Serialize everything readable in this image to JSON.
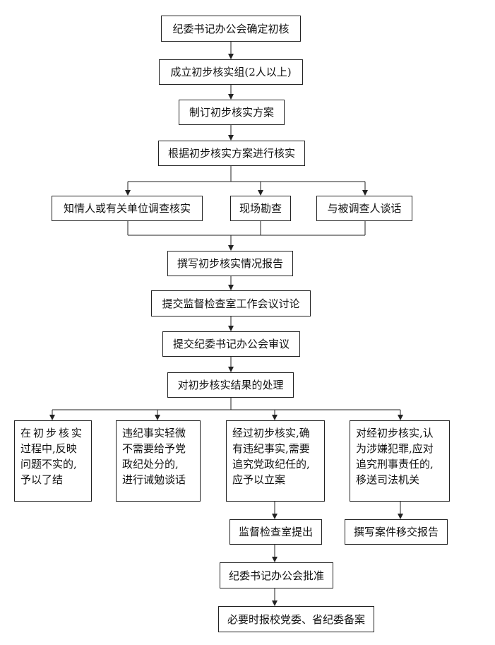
{
  "flow": {
    "step1": "纪委书记办公会确定初核",
    "step2": "成立初步核实组(2人以上)",
    "step3": "制订初步核实方案",
    "step4": "根据初步核实方案进行核实",
    "method1": "知情人或有关单位调查核实",
    "method2": "现场勘查",
    "method3": "与被调查人谈话",
    "step5": "撰写初步核实情况报告",
    "step6": "提交监督检查室工作会议讨论",
    "step7": "提交纪委书记办公会审议",
    "step8": "对初步核实结果的处理",
    "outcome1": [
      "在初步核实",
      "过程中,反映",
      "问题不实的,",
      "予以了结"
    ],
    "outcome2": [
      "违纪事实轻微",
      "不需要给予党",
      "政纪处分的,",
      "进行诫勉谈话"
    ],
    "outcome3": [
      "经过初步核实,确",
      "有违纪事实,需要",
      "追究党政纪任的,",
      "应予以立案"
    ],
    "outcome4": [
      "对经初步核实,认",
      "为涉嫌犯罪,应对",
      "追究刑事责任的,",
      "移送司法机关"
    ],
    "case_step1": "监督检查室提出",
    "case_step2": "纪委书记办公会批准",
    "case_step3": "必要时报校党委、省纪委备案",
    "transfer_step": "撰写案件移交报告"
  }
}
